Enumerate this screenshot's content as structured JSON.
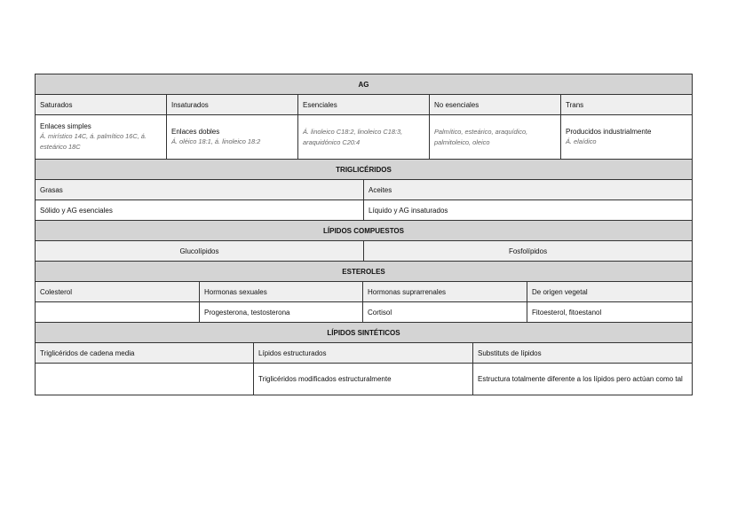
{
  "ag": {
    "title": "AG",
    "headers": [
      "Saturados",
      "Insaturados",
      "Esenciales",
      "No esenciales",
      "Trans"
    ],
    "cells": [
      {
        "main": "Enlaces simples",
        "note": "Á. mirístico 14C, á. palmítico 16C, á. esteárico 18C"
      },
      {
        "main": "Enlaces dobles",
        "note": "Á. oléico 18:1, á. linoleico 18:2"
      },
      {
        "main": "",
        "note": "Á. linoleico C18:2, linoleico C18:3, araquidónico C20:4"
      },
      {
        "main": "",
        "note": "Palmítico, esteárico, araquídico, palmitoleico, oleico"
      },
      {
        "main": "Producidos industrialmente",
        "note": "Á. elaídico"
      }
    ]
  },
  "trigliceridos": {
    "title": "TRIGLICÉRIDOS",
    "headers": [
      "Grasas",
      "Aceites"
    ],
    "values": [
      "Sólido y AG esenciales",
      "Líquido y AG insaturados"
    ]
  },
  "compuestos": {
    "title": "LÍPIDOS COMPUESTOS",
    "headers": [
      "Glucolípidos",
      "Fosfolípidos"
    ]
  },
  "esteroles": {
    "title": "ESTEROLES",
    "headers": [
      "Colesterol",
      "Hormonas sexuales",
      "Hormonas suprarrenales",
      "De origen vegetal"
    ],
    "values": [
      "",
      "Progesterona, testosterona",
      "Cortisol",
      "Fitoesterol, fitoestanol"
    ]
  },
  "sinteticos": {
    "title": "LÍPIDOS SINTÉTICOS",
    "headers": [
      "Triglicéridos de cadena media",
      "Lípidos estructurados",
      "Substituts de lípidos"
    ],
    "values": [
      "",
      "Triglicéridos modificados estructuralmente",
      "Estructura totalmente diferente a los lípidos pero actúan como tal"
    ]
  }
}
